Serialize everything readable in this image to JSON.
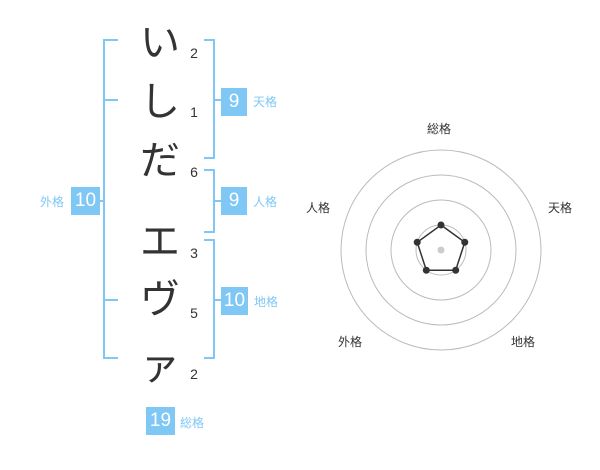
{
  "colors": {
    "accent": "#7fc7f5",
    "text": "#333333",
    "grid": "#bbbbbb"
  },
  "name_chars": [
    {
      "char": "い",
      "strokes": "2"
    },
    {
      "char": "し",
      "strokes": "1"
    },
    {
      "char": "だ",
      "strokes": "6"
    },
    {
      "char": "エ",
      "strokes": "3"
    },
    {
      "char": "ヴ",
      "strokes": "5"
    },
    {
      "char": "ァ",
      "strokes": "2"
    }
  ],
  "fortune": {
    "tenkaku": {
      "value": "9",
      "label": "天格"
    },
    "jinkaku": {
      "value": "9",
      "label": "人格"
    },
    "chikaku": {
      "value": "10",
      "label": "地格"
    },
    "gaikaku": {
      "value": "10",
      "label": "外格"
    },
    "soukaku": {
      "value": "19",
      "label": "総格"
    }
  },
  "chart_data": {
    "type": "radar",
    "axes": [
      "総格",
      "天格",
      "地格",
      "外格",
      "人格"
    ],
    "rings": 4,
    "values": [
      1,
      1,
      1,
      1,
      1
    ],
    "max": 4
  }
}
